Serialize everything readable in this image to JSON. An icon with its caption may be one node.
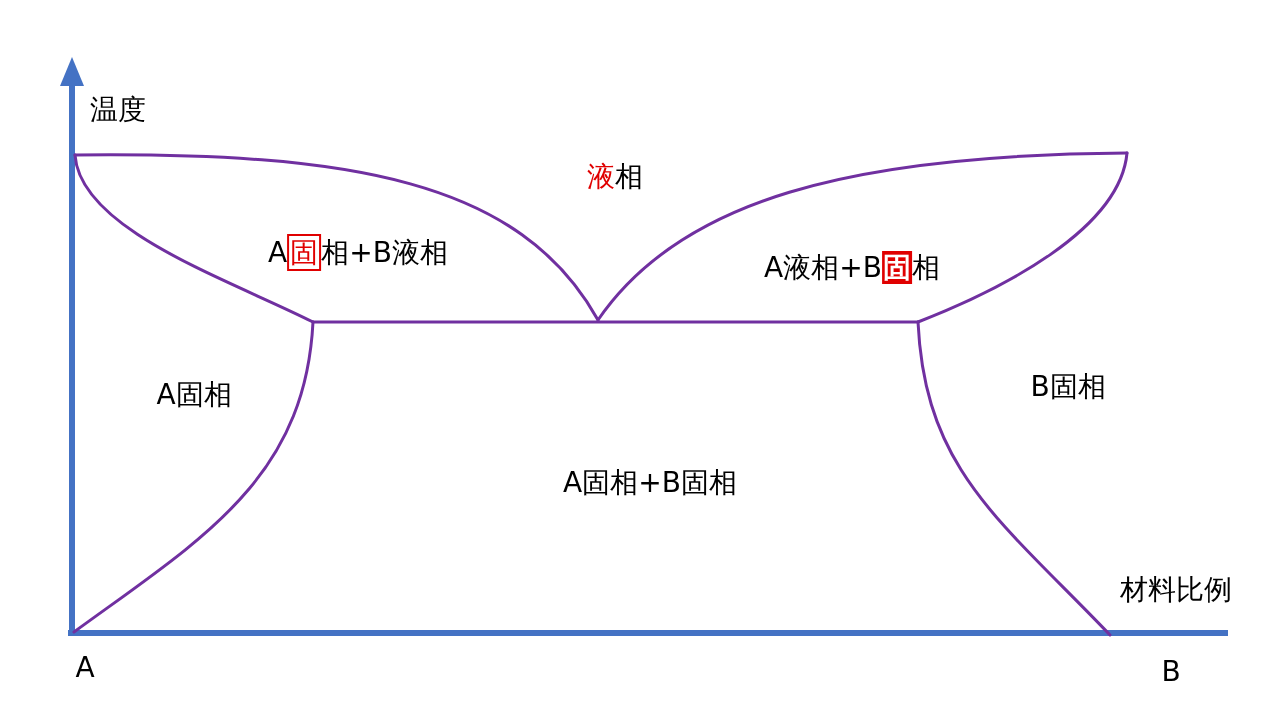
{
  "diagram": {
    "labels": [
      "温度",
      "**液**相",
      "A**固**相+B液相",
      "A液相+B**固**相",
      "A固相",
      "B固相",
      "A固相+B固相",
      "材料比例",
      "A",
      "B"
    ]
  }
}
